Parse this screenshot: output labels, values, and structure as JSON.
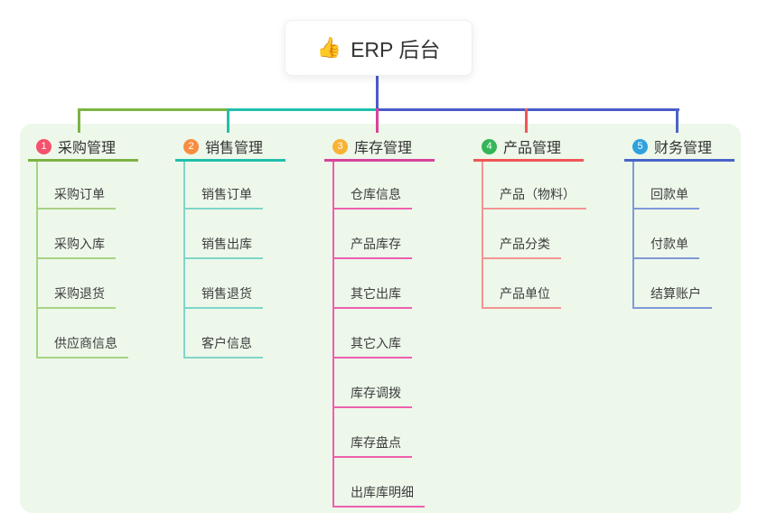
{
  "root": {
    "icon": "👍",
    "label": "ERP 后台"
  },
  "colors": {
    "page_bg": "#ffffff",
    "panel_bg": "#edf8ea",
    "root_stem": "#4a5bc8",
    "text_dark": "#333333",
    "text_item": "#3d3d3d"
  },
  "branches": [
    {
      "badge": "1",
      "label": "采购管理",
      "badge_color": "#f4516c",
      "line_color": "#7db343",
      "child_line_color": "#a9d285",
      "children": [
        "采购订单",
        "采购入库",
        "采购退货",
        "供应商信息"
      ]
    },
    {
      "badge": "2",
      "label": "销售管理",
      "badge_color": "#f68e41",
      "line_color": "#21bfad",
      "child_line_color": "#7fd6c9",
      "children": [
        "销售订单",
        "销售出库",
        "销售退货",
        "客户信息"
      ]
    },
    {
      "badge": "3",
      "label": "库存管理",
      "badge_color": "#f9b234",
      "line_color": "#d8439b",
      "child_line_color": "#ee5fad",
      "children": [
        "仓库信息",
        "产品库存",
        "其它出库",
        "其它入库",
        "库存调拨",
        "库存盘点",
        "出库库明细"
      ]
    },
    {
      "badge": "4",
      "label": "产品管理",
      "badge_color": "#35b558",
      "line_color": "#f05656",
      "child_line_color": "#f59494",
      "children": [
        "产品（物料）",
        "产品分类",
        "产品单位"
      ]
    },
    {
      "badge": "5",
      "label": "财务管理",
      "badge_color": "#2ea2dd",
      "line_color": "#4a63c8",
      "child_line_color": "#8099d8",
      "children": [
        "回款单",
        "付款单",
        "结算账户"
      ]
    }
  ]
}
